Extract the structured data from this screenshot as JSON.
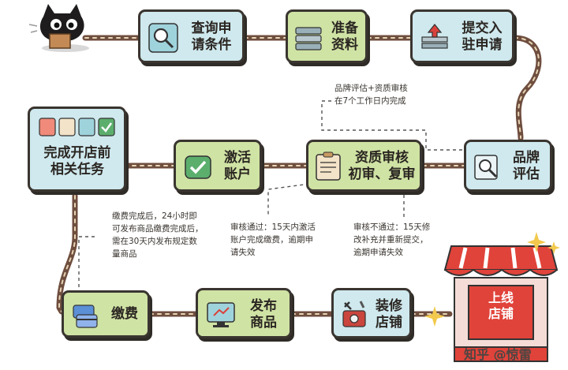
{
  "steps": {
    "query_conditions": "查询申\n请条件",
    "prepare_docs": "准备\n资料",
    "submit_application": "提交入\n驻申请",
    "brand_evaluation": "品牌\n评估",
    "qualification_review": "资质审核\n初审、复审",
    "activate_account": "激活\n账户",
    "complete_tasks": "完成开店前\n相关任务",
    "pay_fee": "缴费",
    "publish_goods": "发布\n商品",
    "decorate_store": "装修\n店铺",
    "store_online": "上线\n店铺"
  },
  "notes": {
    "brand_review_time": "品牌评估+资质审核\n在7个工作日内完成",
    "review_pass": "审核通过：15天内激活\n账户完成缴费，逾期申\n请失效",
    "review_fail": "审核不通过：15天修\n改补充并重新提交，\n逾期申请失效",
    "after_payment": "缴费完成后，24小时即\n可发布商品缴费完成后，\n需在30天内发布规定数\n量商品"
  },
  "watermark": "知乎 @惊雷",
  "colors": {
    "blue_box": "#cfe9ee",
    "green_box": "#cfe3a4",
    "road": "#7b5a4a",
    "store_red": "#e0433a"
  }
}
